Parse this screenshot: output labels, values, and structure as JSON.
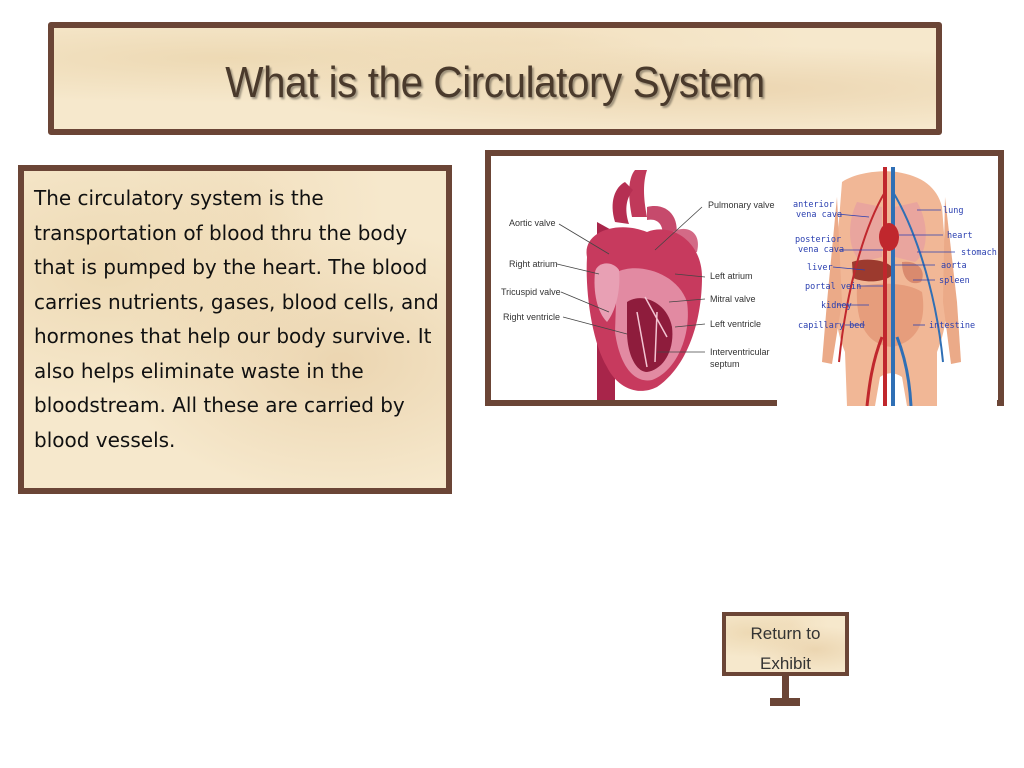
{
  "title": "What is the Circulatory System",
  "body_text": "The circulatory system is the transportation of blood thru the body that is pumped by the heart. The blood carries nutrients, gases, blood cells, and hormones that help our body survive. It also helps eliminate waste in the bloodstream. All these are carried by blood vessels.",
  "heart_labels": {
    "aortic_valve": "Aortic valve",
    "right_atrium": "Right atrium",
    "tricuspid_valve": "Tricuspid valve",
    "right_ventricle": "Right ventricle",
    "pulmonary_valve": "Pulmonary valve",
    "left_atrium": "Left atrium",
    "mitral_valve": "Mitral valve",
    "left_ventricle": "Left ventricle",
    "interventricular_1": "Interventricular",
    "interventricular_2": "septum"
  },
  "body_labels": {
    "anterior_1": "anterior",
    "anterior_2": "vena cava",
    "posterior_1": "posterior",
    "posterior_2": "vena cava",
    "liver": "liver",
    "portal_vein": "portal vein",
    "kidney": "kidney",
    "capillary_bed": "capillary bed",
    "lung": "lung",
    "heart": "heart",
    "stomach": "stomach",
    "aorta": "aorta",
    "spleen": "spleen",
    "intestine": "intestine"
  },
  "return_button": {
    "line1": "Return to",
    "line2": "Exhibit"
  },
  "colors": {
    "frame": "#6b4536",
    "parchment": "#f6e8cc",
    "title_text": "#4a3a2c",
    "diagram_label_blue": "#2a3fb0"
  }
}
